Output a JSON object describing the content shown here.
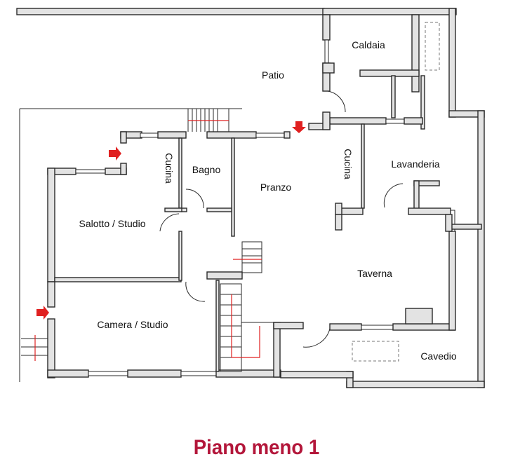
{
  "title": "Piano meno 1",
  "rooms": {
    "patio": "Patio",
    "caldaia": "Caldaia",
    "cucina_left": "Cucina",
    "bagno": "Bagno",
    "pranzo": "Pranzo",
    "cucina_right": "Cucina",
    "lavanderia": "Lavanderia",
    "salotto": "Salotto / Studio",
    "taverna": "Taverna",
    "camera": "Camera / Studio",
    "cavedio": "Cavedio"
  },
  "colors": {
    "title": "#b3163a",
    "arrow": "#e02020",
    "wall": "#e3e3e3"
  }
}
